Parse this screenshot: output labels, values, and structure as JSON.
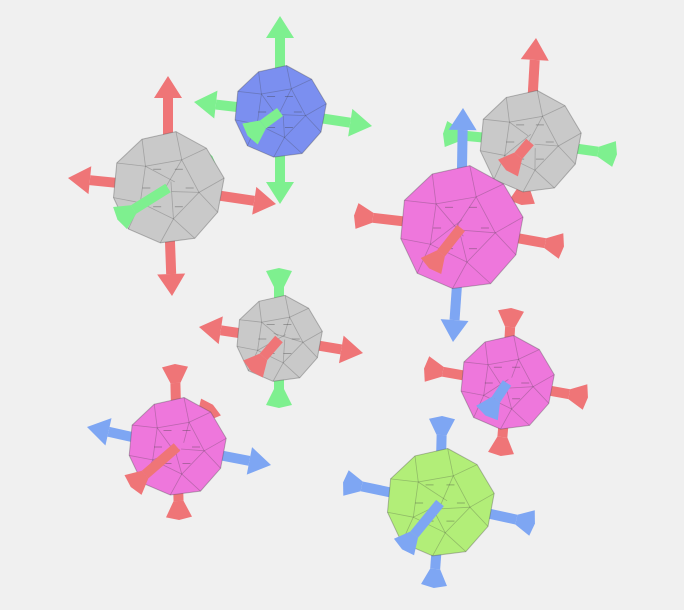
{
  "scene": {
    "background": "#f0f0f0",
    "colors": {
      "gray": "#c9c9c9",
      "blue": "#7b8ff0",
      "pink": "#ee77dc",
      "lime": "#b2ee78",
      "red": "#ef7577",
      "green": "#7ef08f",
      "lightblue": "#7ea6f3"
    },
    "bodies": [
      {
        "name": "gray-body-1",
        "color": "gray",
        "prongs": [
          {
            "name": "up",
            "color": "red",
            "tip": "arrow"
          },
          {
            "name": "left",
            "color": "red",
            "tip": "arrow"
          },
          {
            "name": "right",
            "color": "red",
            "tip": "arrow"
          },
          {
            "name": "down",
            "color": "red",
            "tip": "arrow"
          },
          {
            "name": "front",
            "color": "green",
            "tip": "cone"
          },
          {
            "name": "back",
            "color": "green",
            "tip": "cone"
          }
        ]
      },
      {
        "name": "blue-body",
        "color": "blue",
        "prongs": [
          {
            "name": "up",
            "color": "green",
            "tip": "arrow"
          },
          {
            "name": "left",
            "color": "green",
            "tip": "arrow"
          },
          {
            "name": "right",
            "color": "green",
            "tip": "arrow"
          },
          {
            "name": "down",
            "color": "green",
            "tip": "arrow"
          },
          {
            "name": "front",
            "color": "green",
            "tip": "cone"
          }
        ]
      },
      {
        "name": "gray-body-2",
        "color": "gray",
        "prongs": [
          {
            "name": "up",
            "color": "red",
            "tip": "arrow"
          },
          {
            "name": "right",
            "color": "green",
            "tip": "cone"
          },
          {
            "name": "left",
            "color": "green",
            "tip": "cone"
          },
          {
            "name": "front",
            "color": "red",
            "tip": "cone"
          },
          {
            "name": "down",
            "color": "red",
            "tip": "cone"
          }
        ]
      },
      {
        "name": "pink-body-1",
        "color": "pink",
        "prongs": [
          {
            "name": "up",
            "color": "lightblue",
            "tip": "arrow"
          },
          {
            "name": "left",
            "color": "red",
            "tip": "cone"
          },
          {
            "name": "right",
            "color": "red",
            "tip": "cone"
          },
          {
            "name": "down",
            "color": "lightblue",
            "tip": "arrow"
          },
          {
            "name": "front",
            "color": "red",
            "tip": "cone"
          }
        ]
      },
      {
        "name": "gray-body-3",
        "color": "gray",
        "prongs": [
          {
            "name": "up",
            "color": "green",
            "tip": "cone"
          },
          {
            "name": "left",
            "color": "red",
            "tip": "arrow"
          },
          {
            "name": "right",
            "color": "red",
            "tip": "arrow"
          },
          {
            "name": "down",
            "color": "green",
            "tip": "cone"
          },
          {
            "name": "front",
            "color": "red",
            "tip": "cone"
          }
        ]
      },
      {
        "name": "pink-body-2",
        "color": "pink",
        "prongs": [
          {
            "name": "up",
            "color": "red",
            "tip": "cone"
          },
          {
            "name": "left",
            "color": "red",
            "tip": "cone"
          },
          {
            "name": "right",
            "color": "red",
            "tip": "cone"
          },
          {
            "name": "down",
            "color": "red",
            "tip": "cone"
          },
          {
            "name": "front",
            "color": "lightblue",
            "tip": "cone"
          }
        ]
      },
      {
        "name": "pink-body-3",
        "color": "pink",
        "prongs": [
          {
            "name": "up",
            "color": "red",
            "tip": "cone"
          },
          {
            "name": "left",
            "color": "lightblue",
            "tip": "arrow"
          },
          {
            "name": "right",
            "color": "lightblue",
            "tip": "arrow"
          },
          {
            "name": "down",
            "color": "red",
            "tip": "cone"
          },
          {
            "name": "front",
            "color": "red",
            "tip": "cone"
          },
          {
            "name": "back",
            "color": "red",
            "tip": "cone"
          }
        ]
      },
      {
        "name": "lime-body",
        "color": "lime",
        "prongs": [
          {
            "name": "up",
            "color": "lightblue",
            "tip": "cone"
          },
          {
            "name": "left",
            "color": "lightblue",
            "tip": "cone"
          },
          {
            "name": "right",
            "color": "lightblue",
            "tip": "cone"
          },
          {
            "name": "down",
            "color": "lightblue",
            "tip": "cone"
          },
          {
            "name": "front",
            "color": "lightblue",
            "tip": "cone"
          }
        ]
      }
    ]
  }
}
